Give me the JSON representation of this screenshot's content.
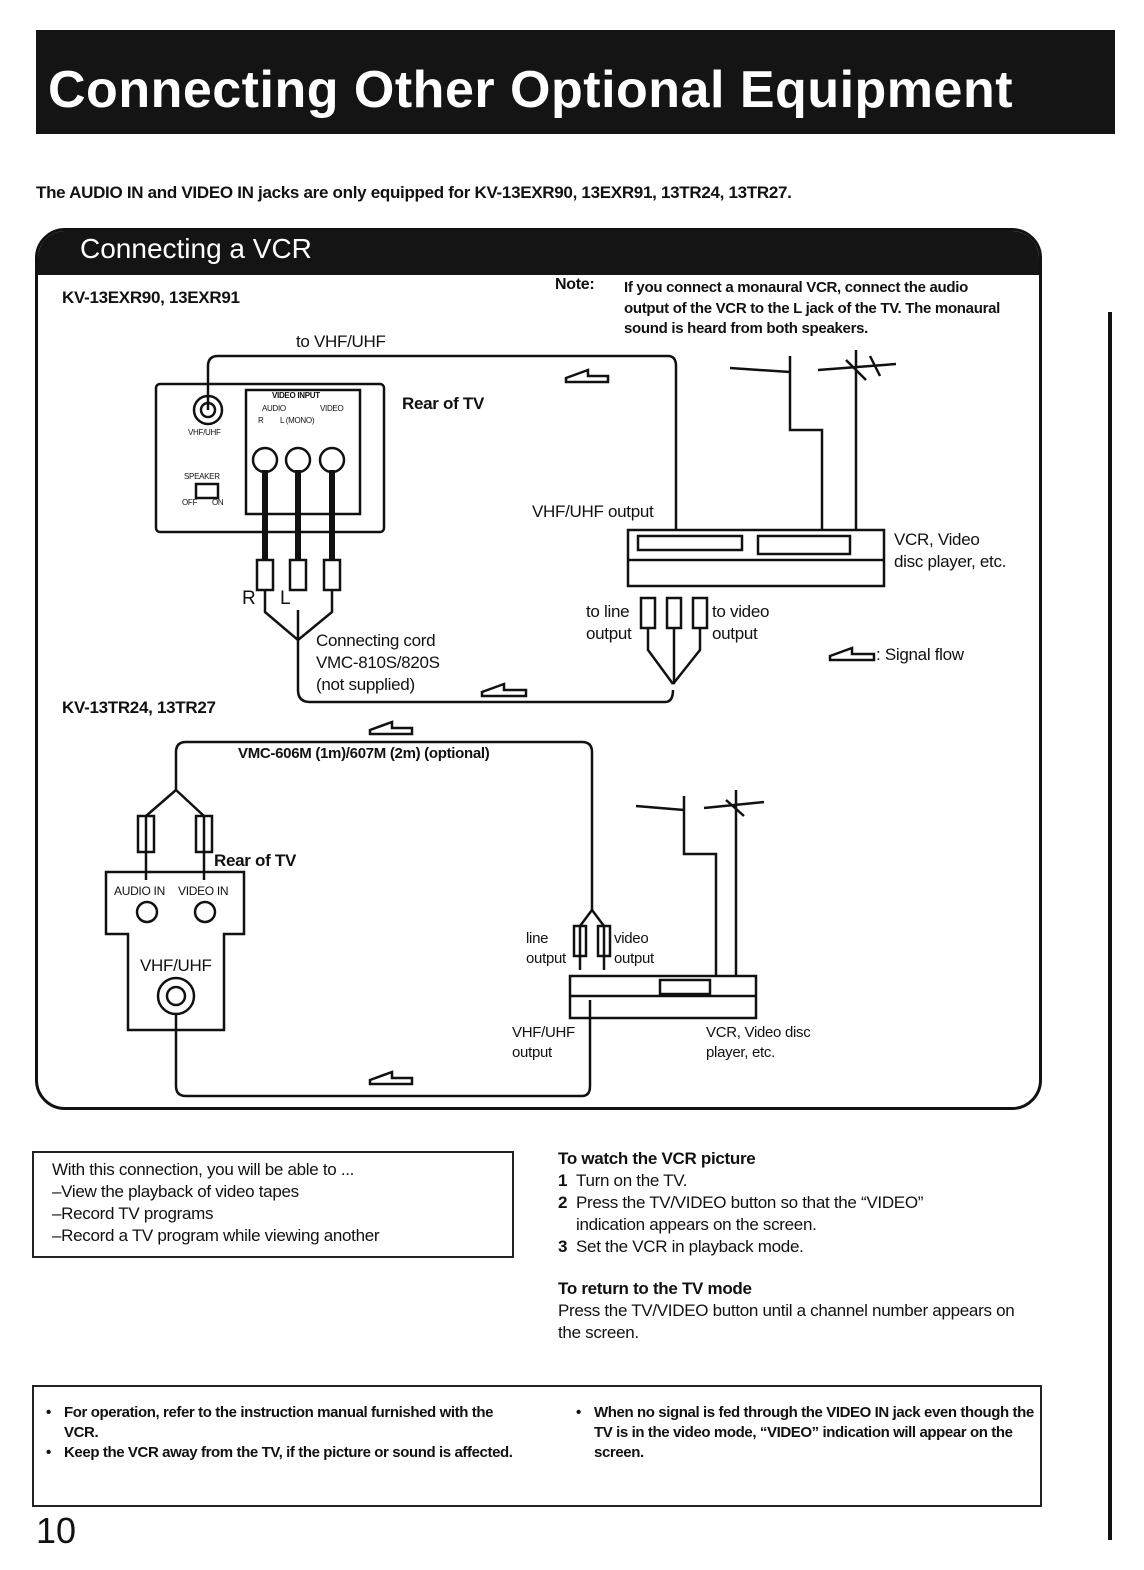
{
  "title": "Connecting Other Optional Equipment",
  "intro": "The AUDIO IN and VIDEO IN jacks are only equipped for KV-13EXR90, 13EXR91, 13TR24, 13TR27.",
  "section": {
    "title": "Connecting a VCR",
    "note_label": "Note:",
    "note_lines": [
      "If you connect a monaural VCR, connect the audio",
      "output of the VCR to the L jack of the TV. The monaural",
      "sound is heard from both speakers."
    ]
  },
  "diagram1": {
    "model": "KV-13EXR90, 13EXR91",
    "to_vhf": "to VHF/UHF",
    "rear_of_tv": "Rear of TV",
    "video_input": "VIDEO INPUT",
    "audio": "AUDIO",
    "video": "VIDEO",
    "r": "R",
    "l_mono": "L (MONO)",
    "vhfuhf_jack": "VHF/UHF",
    "speaker": "SPEAKER",
    "off": "OFF",
    "on": "ON",
    "plug_r": "R",
    "plug_l": "L",
    "vhf_output": "VHF/UHF output",
    "vcr_label_1": "VCR, Video",
    "vcr_label_2": "disc player, etc.",
    "to_line_1": "to line",
    "to_line_2": "output",
    "to_video_1": "to video",
    "to_video_2": "output",
    "signal_flow": ": Signal flow",
    "cord_1": "Connecting cord",
    "cord_2": "VMC-810S/820S",
    "cord_3": "(not supplied)"
  },
  "diagram2": {
    "model": "KV-13TR24, 13TR27",
    "cable": "VMC-606M (1m)/607M (2m) (optional)",
    "rear_of_tv": "Rear of TV",
    "audio_in": "AUDIO IN",
    "video_in": "VIDEO IN",
    "vhfuhf": "VHF/UHF",
    "line_1": "line",
    "line_2": "output",
    "video_1": "video",
    "video_2": "output",
    "vhf_out_1": "VHF/UHF",
    "vhf_out_2": "output",
    "vcr_1": "VCR, Video disc",
    "vcr_2": "player, etc."
  },
  "features": [
    "With this connection, you will be able to ...",
    "–View the playback of video tapes",
    "–Record TV programs",
    "–Record a TV program while viewing another"
  ],
  "watch": {
    "heading": "To watch the VCR picture",
    "steps": [
      {
        "num": "1",
        "text": "Turn on the TV."
      },
      {
        "num": "2",
        "text": "Press the TV/VIDEO button so that the “VIDEO” indication appears on the screen."
      },
      {
        "num": "3",
        "text": "Set the VCR in playback mode."
      }
    ]
  },
  "return_tv": {
    "heading": "To return to the TV mode",
    "text": "Press the TV/VIDEO button until a channel number appears on the screen."
  },
  "notes_left": [
    "For operation, refer to the instruction manual furnished with the VCR.",
    "Keep the VCR away from the TV, if the picture or sound is affected."
  ],
  "notes_right": [
    "When no signal is fed through the VIDEO IN jack even though the TV is in the video mode, “VIDEO” indication will appear on the screen."
  ],
  "bullet": "•",
  "page_number": "10"
}
